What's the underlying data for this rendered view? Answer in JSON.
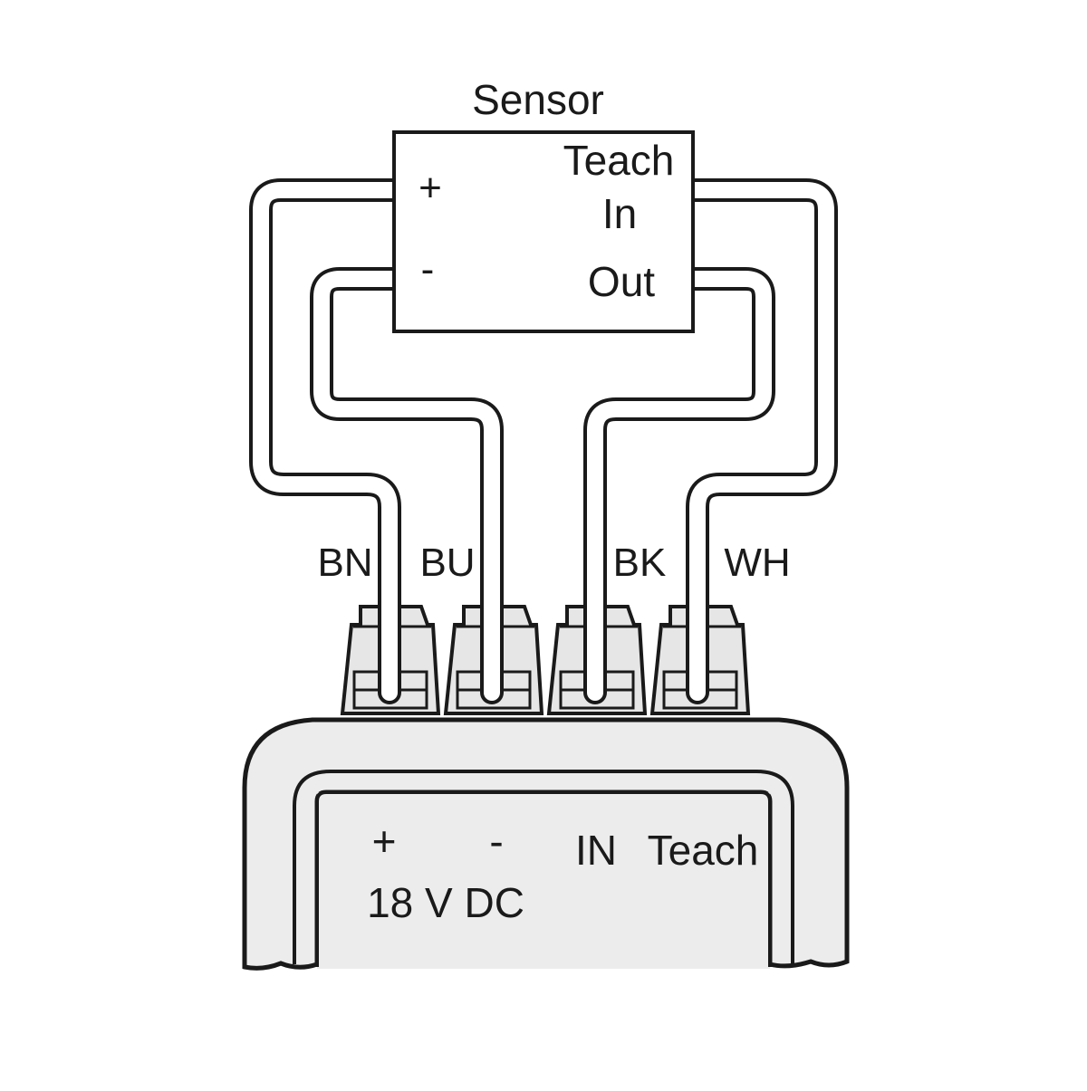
{
  "sensor": {
    "title": "Sensor",
    "terminal_plus": "+",
    "terminal_minus": "-",
    "teach_line1": "Teach",
    "teach_line2": "In",
    "out_label": "Out"
  },
  "wires": [
    {
      "label": "BN"
    },
    {
      "label": "BU"
    },
    {
      "label": "BK"
    },
    {
      "label": "WH"
    }
  ],
  "device": {
    "plus": "+",
    "minus": "-",
    "in_label": "IN",
    "teach_label": "Teach",
    "voltage": "18 V DC"
  },
  "colors": {
    "line": "#1a1a1a",
    "terminal_fill": "#e6e6e6",
    "device_fill": "#ececec",
    "background": "#ffffff"
  }
}
